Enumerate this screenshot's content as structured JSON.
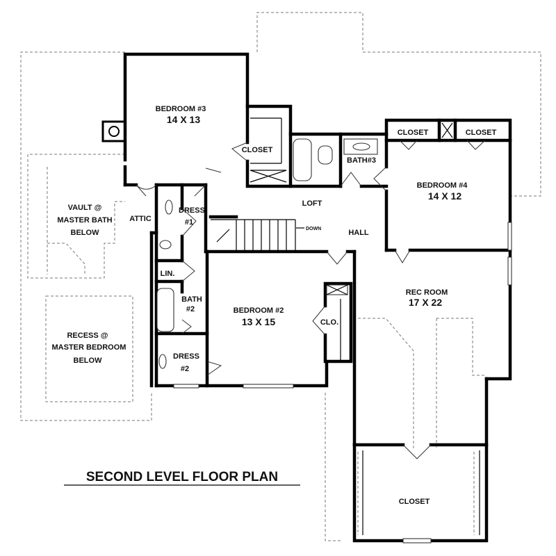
{
  "plan": {
    "title": "SECOND LEVEL FLOOR PLAN",
    "rooms": {
      "bedroom3_name": "BEDROOM #3",
      "bedroom3_size": "14 X 13",
      "bedroom4_name": "BEDROOM #4",
      "bedroom4_size": "14 X 12",
      "bedroom2_name": "BEDROOM #2",
      "bedroom2_size": "13 X 15",
      "rec_name": "REC ROOM",
      "rec_size": "17 X 22",
      "closet_b3": "CLOSET",
      "closet_b4_left": "CLOSET",
      "closet_b4_right": "CLOSET",
      "closet_rec": "CLOSET",
      "bath3": "BATH#3",
      "loft": "LOFT",
      "hall": "HALL",
      "down": "DOWN",
      "attic": "ATTIC",
      "dress1_line1": "DRESS",
      "dress1_line2": "#1",
      "dress2_line1": "DRESS",
      "dress2_line2": "#2",
      "lin": "LIN.",
      "bath2_line1": "BATH",
      "bath2_line2": "#2",
      "clo": "CLO.",
      "vault_line1": "VAULT @",
      "vault_line2": "MASTER BATH",
      "vault_line3": "BELOW",
      "recess_line1": "RECESS @",
      "recess_line2": "MASTER BEDROOM",
      "recess_line3": "BELOW"
    }
  }
}
